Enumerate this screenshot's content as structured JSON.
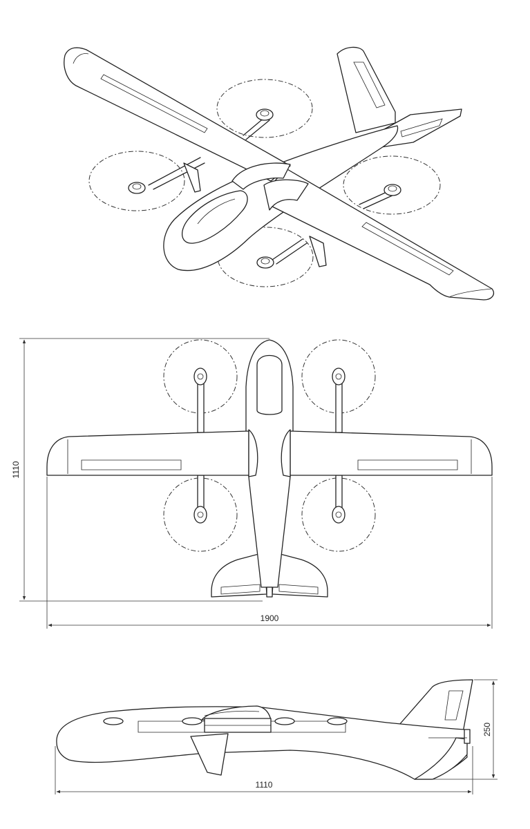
{
  "dimensions": {
    "top_height": "1110",
    "top_width": "1900",
    "side_height": "250",
    "side_length": "1110"
  }
}
